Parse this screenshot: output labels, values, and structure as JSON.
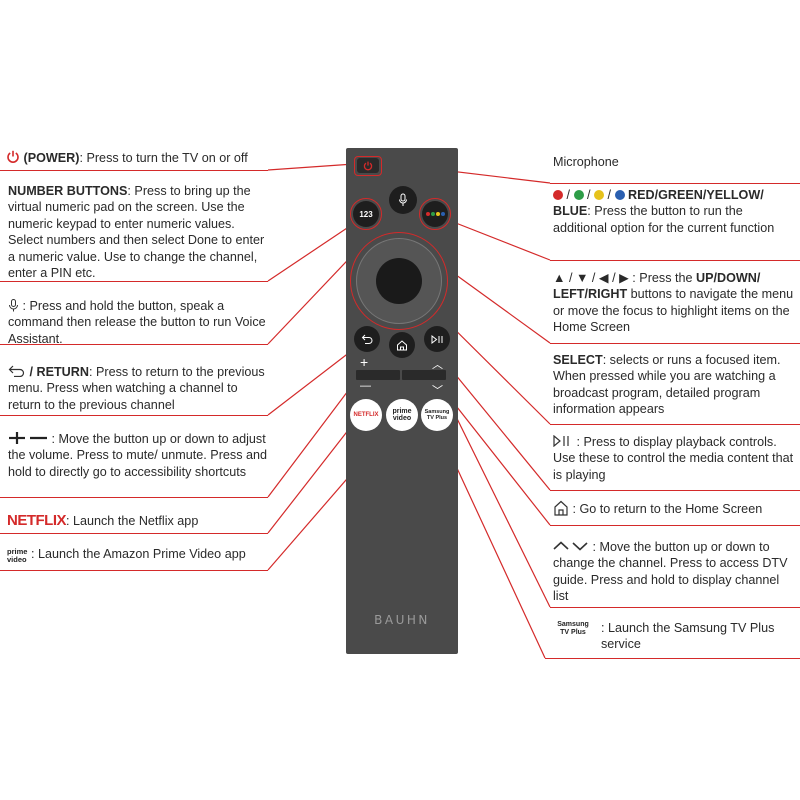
{
  "remote": {
    "brand": "BAUHN",
    "btn_123": "123",
    "netflix": "NETFLIX",
    "prime": "prime video",
    "samsung": "Samsung TV Plus",
    "plus": "+",
    "minus": "—"
  },
  "left": {
    "power_title": "(POWER)",
    "power_text": ": Press to turn the TV on or off",
    "numbers_title": "NUMBER BUTTONS",
    "numbers_text": ": Press to bring up the virtual numeric pad on the screen. Use the numeric keypad to enter numeric values. Select numbers and then select Done to enter a numeric value. Use to change the channel, enter a PIN etc.",
    "voice_text": ": Press and hold the button, speak a command then release the button to run Voice Assistant.",
    "return_title": "/ RETURN",
    "return_text": ": Press to return to the previous menu. Press when watching a channel to return to the previous channel",
    "volume_text": ": Move the button up or down to adjust the volume. Press to mute/ unmute. Press and hold to directly go to accessibility shortcuts",
    "netflix_logo": "NETFLIX",
    "netflix_text": ": Launch the Netflix app",
    "prime_logo": "prime video",
    "prime_text": ": Launch the Amazon Prime Video app"
  },
  "right": {
    "microphone": "Microphone",
    "colors_title": "RED/GREEN/YELLOW/ BLUE",
    "colors_text": ": Press the button to run the additional option for the current function",
    "nav_title_1": "UP/DOWN/",
    "nav_title_2": "LEFT/RIGHT",
    "nav_text": " buttons to navigate the menu or move the focus to highlight items on the Home Screen",
    "nav_prefix": ": Press the",
    "select_title": "SELECT",
    "select_text": ": selects or runs a focused item. When pressed while you are watching a broadcast program, detailed program information appears",
    "play_text": ": Press to display playback controls. Use these to control the media content that is playing",
    "home_text": ": Go to return to the Home Screen",
    "channel_text": ": Move the button up or down to change the channel. Press to access DTV guide. Press and hold to display channel list",
    "samsung_logo": "Samsung TV Plus",
    "samsung_text": ": Launch the Samsung TV Plus service"
  },
  "colors": {
    "accent_red": "#d42a2a",
    "remote_body": "#4a4a4a",
    "button_black": "#1e1e1e",
    "dot_red": "#d42a2a",
    "dot_green": "#2e9d48",
    "dot_yellow": "#e6c21c",
    "dot_blue": "#2a5fb0"
  }
}
